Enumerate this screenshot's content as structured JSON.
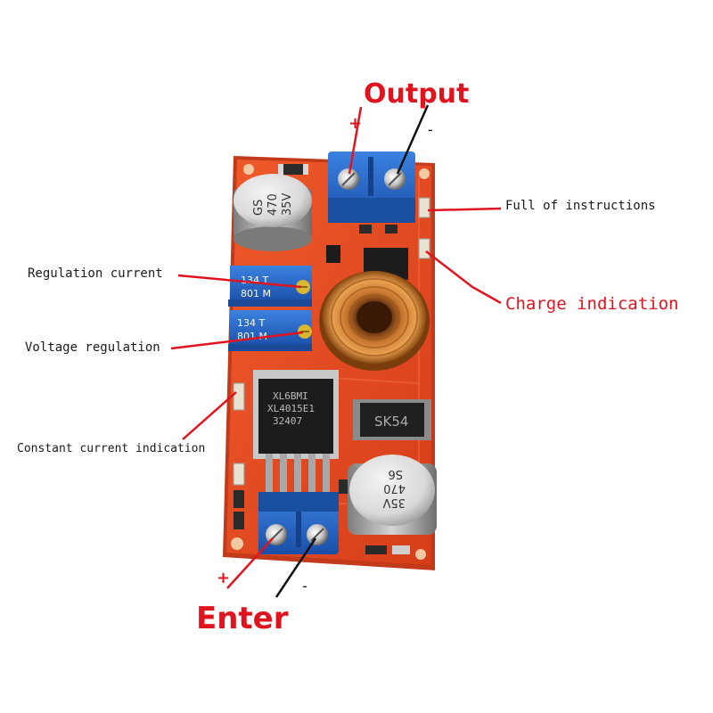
{
  "colors": {
    "pcb": "#e2471f",
    "pcb_dark": "#b8321a",
    "terminal_blue": "#1f63c9",
    "annotation_red": "#e0141e",
    "annotation_black": "#111111"
  },
  "labels": {
    "output": "Output",
    "output_plus": "+",
    "output_minus": "-",
    "enter": "Enter",
    "enter_plus": "+",
    "enter_minus": "-",
    "full_of_instructions": "Full of instructions",
    "charge_indication": "Charge indication",
    "regulation_current": "Regulation current",
    "voltage_regulation": "Voltage regulation",
    "constant_current_indication": "Constant current indication"
  },
  "board_markings": {
    "cap_top_line1": "35V",
    "cap_top_line2": "470",
    "cap_top_line3": "GS",
    "pot_top_line1": "134  T",
    "pot_top_line2": "801  M",
    "pot_bottom_line1": "134  T",
    "pot_bottom_line2": "801  M",
    "ic_line1": "XL6BMI",
    "ic_line2": "XL4015E1",
    "ic_line3": "32407",
    "diode": "SK54",
    "cap_bottom_line1": "35V",
    "cap_bottom_line2": "470",
    "cap_bottom_line3": "S6"
  }
}
